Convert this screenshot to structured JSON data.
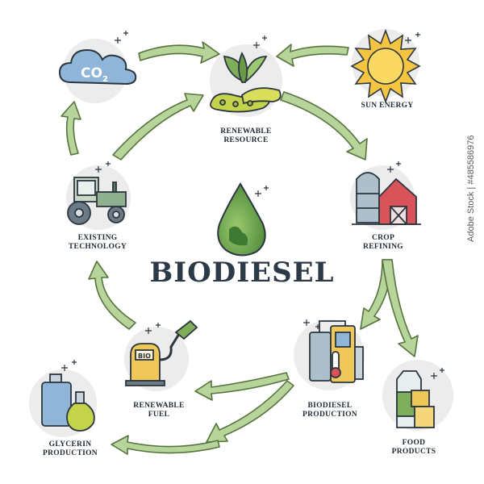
{
  "title": "BIODIESEL",
  "nodes": {
    "renewable_resource": {
      "line1": "RENEWABLE",
      "line2": "RESOURCE"
    },
    "sun_energy": {
      "line1": "SUN ENERGY",
      "line2": ""
    },
    "crop_refining": {
      "line1": "CROP",
      "line2": "REFINING"
    },
    "biodiesel_production": {
      "line1": "BIODIESEL",
      "line2": "PRODUCTION"
    },
    "food_products": {
      "line1": "FOOD",
      "line2": "PRODUCTS"
    },
    "glycerin_production": {
      "line1": "GLYCERIN",
      "line2": "PRODUCTION"
    },
    "renewable_fuel": {
      "line1": "RENEWABLE",
      "line2": "FUEL"
    },
    "existing_technology": {
      "line1": "EXISTING",
      "line2": "TECHNOLOGY"
    }
  },
  "icons": {
    "co2_cloud": "CO",
    "co2_subscript": "2",
    "fuel_pump_badge": "BIO"
  },
  "watermark_id": "Adobe Stock | #485586976",
  "colors": {
    "arrow_fill": "#b7d59a",
    "arrow_stroke": "#56733e",
    "outline": "#2b3640",
    "halo": "#ececec",
    "leaf_green": "#7fae5a",
    "sun_yellow": "#f5c542",
    "barn_red": "#d9535b",
    "fuel_yellow": "#f0c85a",
    "vessel_blue": "#8fb6d9",
    "title_color": "#2c3a47"
  }
}
